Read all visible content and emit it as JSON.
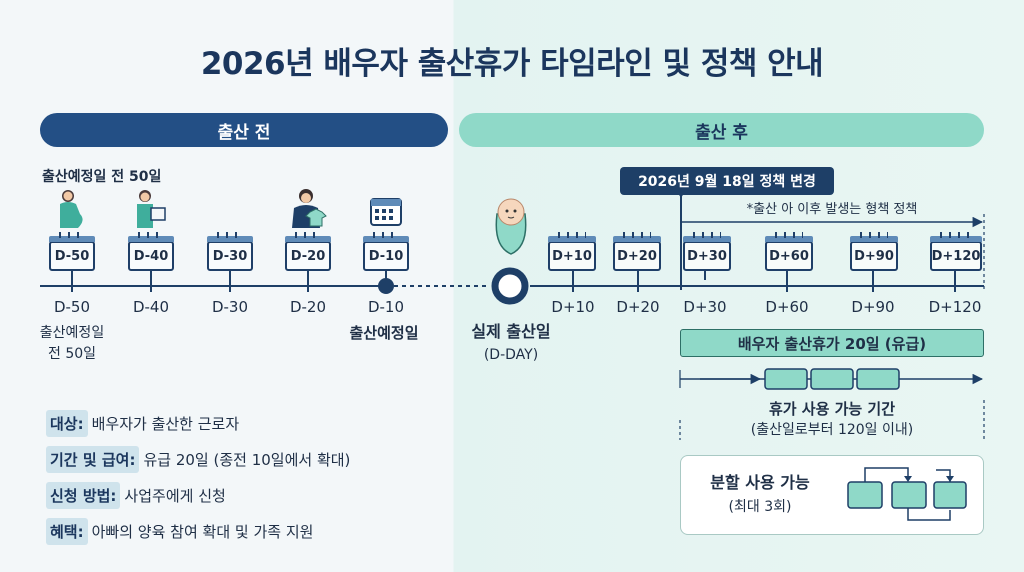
{
  "title": "2026년 배우자 출산휴가 타임라인 및 정책 안내",
  "band_before": "출산 전",
  "band_after": "출산 후",
  "note_50_days": "출산예정일 전 50일",
  "before_calendars": [
    "D-50",
    "D-40",
    "D-30",
    "D-20",
    "D-10"
  ],
  "before_ticks": [
    "D-50",
    "D-40",
    "D-30",
    "D-20",
    "D-10"
  ],
  "before_tick_sub_line1": "출산예정일",
  "before_tick_sub_line2": "전 50일",
  "due_date_label": "출산예정일",
  "dday_label": "실제 출산일",
  "dday_sub": "(D-DAY)",
  "after_calendars": [
    "D+10",
    "D+20",
    "D+30",
    "D+60",
    "D+90",
    "D+120"
  ],
  "after_ticks": [
    "D+10",
    "D+20",
    "D+30",
    "D+60",
    "D+90",
    "D+120"
  ],
  "policy_change": "2026년 9월 18일 정책 변경",
  "policy_note": "*출산 아 이후 발생는 형책 정책",
  "leave_bar": "배우자 출산휴가 20일 (유급)",
  "period_label": "휴가 사용 가능 기간",
  "period_sub": "(출산일로부터 120일 이내)",
  "split_label": "분할 사용 가능",
  "split_sub": "(최대 3회)",
  "info": [
    {
      "key": "대상:",
      "value": "배우자가 출산한 근로자"
    },
    {
      "key": "기간 및 급여:",
      "value": "유급 20일 (종전 10일에서 확대)"
    },
    {
      "key": "신청 방법:",
      "value": "사업주에게 신청"
    },
    {
      "key": "혜택:",
      "value": "아빠의 양육 참여 확대 및 가족 지원"
    }
  ],
  "colors": {
    "navy": "#1e3f67",
    "mint": "#8fd9c8",
    "blue_band": "#234f85"
  },
  "icons": [
    "pregnant-woman-icon",
    "person-with-box-icon",
    "person-holding-clothes-icon",
    "calendar-icon",
    "baby-icon",
    "timeline-circle-icon",
    "split-arrows-icon"
  ]
}
